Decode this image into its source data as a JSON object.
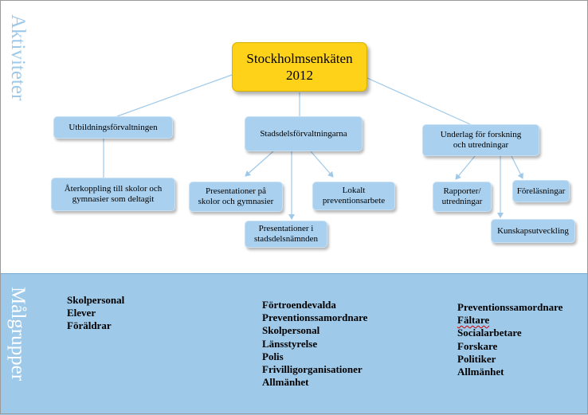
{
  "labels": {
    "top": "Aktiviteter",
    "bottom": "Målgrupper"
  },
  "root": "Stockholmsenkäten\n2012",
  "level1": [
    "Utbildningsförvaltningen",
    "Stadsdelsförvaltningarna",
    "Underlag för forskning\noch utredningar"
  ],
  "level2": {
    "aterkoppling": "Återkoppling till skolor och\ngymnasier som deltagit",
    "presentationer_skolor": "Presentationer på\nskolor och gymnasier",
    "presentationer_stadsdel": "Presentationer i\nstadsdelsnämnden",
    "lokalt": "Lokalt\npreventionsarbete",
    "rapporter": "Rapporter/\nutredningar",
    "forelasningar": "Föreläsningar",
    "kunskapsutveckling": "Kunskapsutveckling"
  },
  "groups": [
    [
      "Skolpersonal",
      "Elever",
      "Föräldrar"
    ],
    [
      "Förtroendevalda",
      "Preventionssamordnare",
      "Skolpersonal",
      "Länsstyrelse",
      "Polis",
      "Frivilligorganisationer",
      "Allmänhet"
    ],
    [
      "Preventionssamordnare",
      "Fältare",
      "Socialarbetare",
      "Forskare",
      "Politiker",
      "Allmänhet"
    ]
  ]
}
